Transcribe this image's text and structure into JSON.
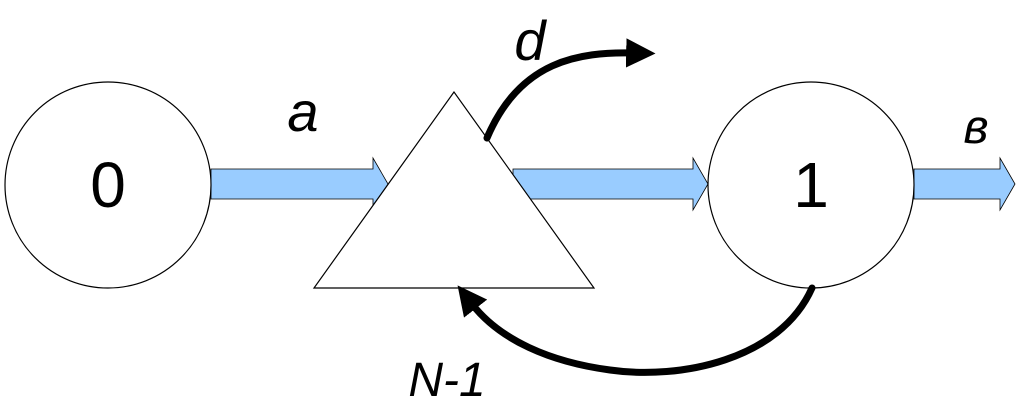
{
  "nodes": {
    "state0": {
      "label": "0"
    },
    "queue": {
      "label": ""
    },
    "state1": {
      "label": "1"
    }
  },
  "edges": {
    "arrival": {
      "label": "a"
    },
    "departure": {
      "label": "d"
    },
    "output": {
      "label": "в"
    },
    "feedback": {
      "label": "N-1"
    }
  },
  "colors": {
    "flow_arrow": "#99ccff",
    "stroke": "#000000",
    "fill": "#ffffff"
  }
}
